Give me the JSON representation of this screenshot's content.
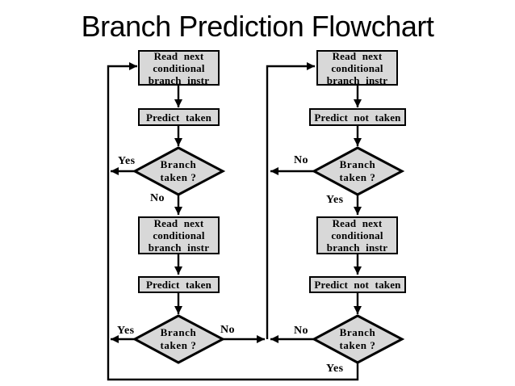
{
  "title": "Branch Prediction Flowchart",
  "colors": {
    "node_fill": "#d8d8d8",
    "stroke": "#000000",
    "background": "#ffffff",
    "text": "#000000"
  },
  "left": {
    "read_top": "Read next\nconditional\nbranch instr",
    "predict_top": "Predict taken",
    "decision_top": {
      "label": "Branch\ntaken ?",
      "yes": "Yes",
      "no": "No"
    },
    "read_bottom": "Read next\nconditional\nbranch instr",
    "predict_bottom": "Predict taken",
    "decision_bottom": {
      "label": "Branch\ntaken ?",
      "yes": "Yes",
      "no": "No"
    }
  },
  "right": {
    "read_top": "Read next\nconditional\nbranch instr",
    "predict_top": "Predict not taken",
    "decision_top": {
      "label": "Branch\ntaken ?",
      "no": "No",
      "yes": "Yes"
    },
    "read_bottom": "Read next\nconditional\nbranch instr",
    "predict_bottom": "Predict not taken",
    "decision_bottom": {
      "label": "Branch\ntaken ?",
      "no": "No",
      "yes": "Yes"
    }
  }
}
